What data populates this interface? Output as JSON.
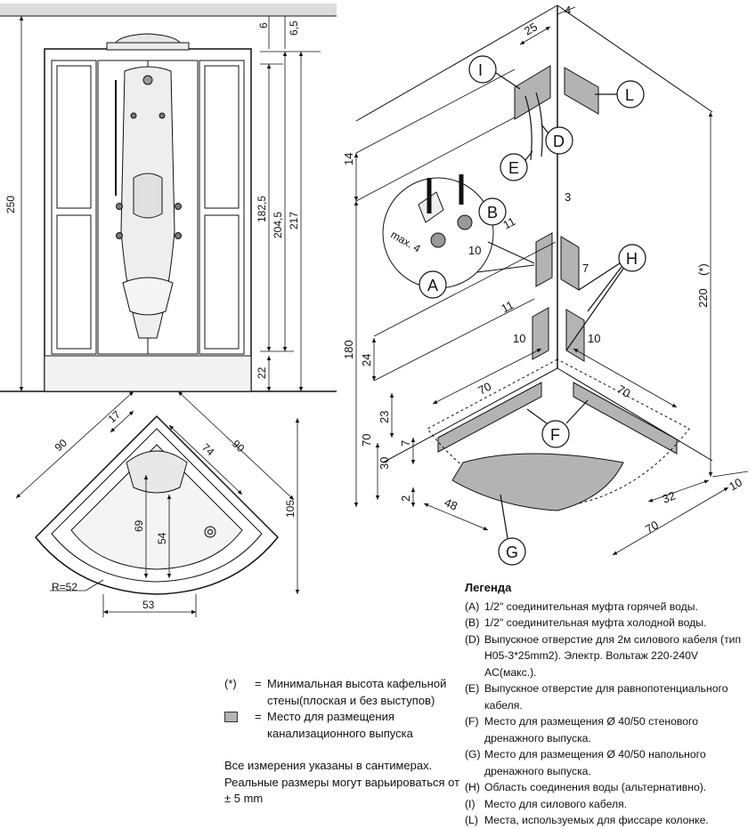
{
  "front_view": {
    "dims": {
      "d250": "250",
      "d182": "182,5",
      "d204": "204,5",
      "d217": "217",
      "d22": "22",
      "d6": "6",
      "d65": "6,5"
    }
  },
  "top_view": {
    "dims": {
      "d90a": "90",
      "d90b": "90",
      "d17": "17",
      "d74": "74",
      "d69": "69",
      "d54": "54",
      "d105": "105",
      "d53": "53",
      "r52": "R=52"
    }
  },
  "install_view": {
    "dims": {
      "d25": "25",
      "d4": "4",
      "d14": "14",
      "d3": "3",
      "d11a": "11",
      "d10a": "10",
      "max4": "max. 4",
      "d7a": "7",
      "d11b": "11",
      "d10b": "10",
      "d10c": "10",
      "d180": "180",
      "d24": "24",
      "d220": "220",
      "d220s": "(*)",
      "d70a": "70",
      "d70b": "70",
      "d23": "23",
      "d70c": "70",
      "d7b": "7",
      "d30": "30",
      "d2": "2",
      "d48": "48",
      "d32": "32",
      "d10d": "10",
      "d70d": "70"
    },
    "callouts": {
      "I": "I",
      "L": "L",
      "D": "D",
      "E": "E",
      "B": "B",
      "A": "A",
      "H": "H",
      "F": "F",
      "G": "G"
    }
  },
  "legend": {
    "title": "Легенда",
    "items": [
      {
        "key": "(A)",
        "text": "1/2\" соединительная муфта горячей воды."
      },
      {
        "key": "(B)",
        "text": "1/2\" соединительная муфта холодной воды."
      },
      {
        "key": "(D)",
        "text": "Выпускное отверстие для 2м силового кабеля (тип H05-3*25mm2). Электр. Вольтаж 220-240V AC(макс.)."
      },
      {
        "key": "(E)",
        "text": "Выпускное отверстие для равнопотенциального кабеля."
      },
      {
        "key": "(F)",
        "text": "Место для размещения Ø 40/50 стенового дренажного выпуска."
      },
      {
        "key": "(G)",
        "text": "Место для размещения Ø 40/50 напольного дренажного выпуска."
      },
      {
        "key": "(H)",
        "text": "Область соединения воды (альтернативно)."
      },
      {
        "key": "(I)",
        "text": "Место для силового кабеля."
      },
      {
        "key": "(L)",
        "text": "Места, используемых для фиссаре колонке."
      }
    ]
  },
  "notes": {
    "star_key": "(*)",
    "eq": "=",
    "star_text": "Минимальная высота кафельной стены(плоская и без выступов)",
    "drain_text": "Место для размещения канализационного выпуска",
    "measure_text": "Все измерения указаны в сантимерах. Реальные размеры могут варьироваться от ± 5 mm"
  },
  "colors": {
    "area_fill": "#b3b3b3",
    "line": "#111111"
  }
}
